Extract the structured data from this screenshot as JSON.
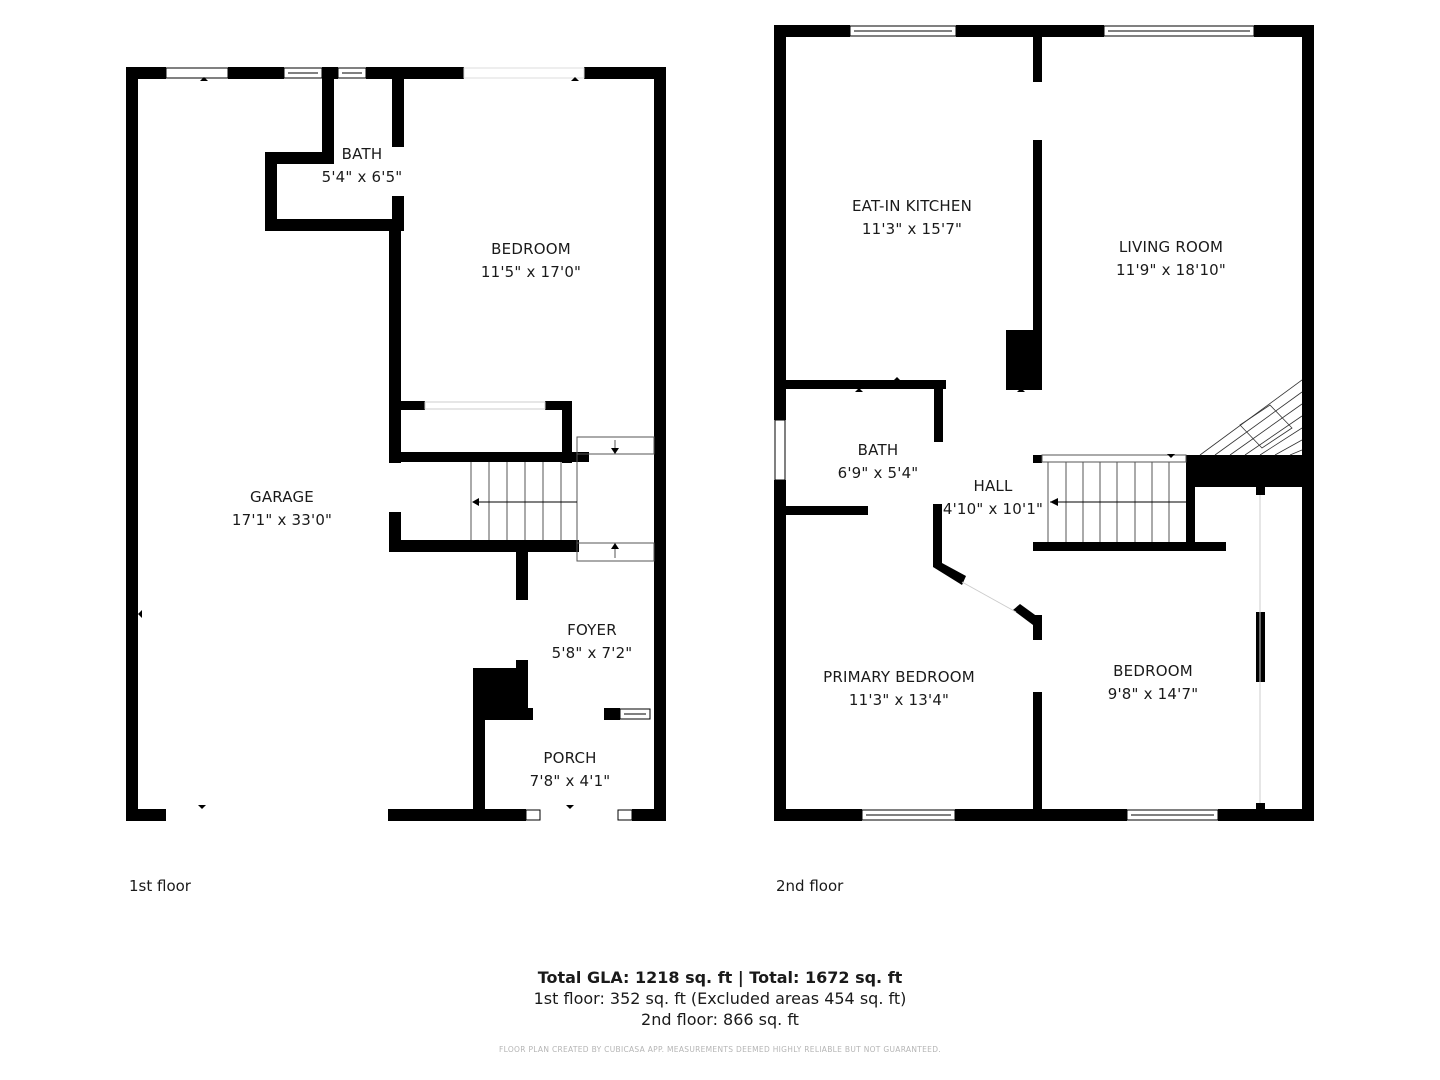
{
  "floors": [
    {
      "label": "1st floor",
      "rooms": [
        {
          "name": "BATH",
          "dimensions": "5'4\" x 6'5\""
        },
        {
          "name": "BEDROOM",
          "dimensions": "11'5\" x 17'0\""
        },
        {
          "name": "GARAGE",
          "dimensions": "17'1\" x 33'0\""
        },
        {
          "name": "FOYER",
          "dimensions": "5'8\" x 7'2\""
        },
        {
          "name": "PORCH",
          "dimensions": "7'8\" x 4'1\""
        }
      ]
    },
    {
      "label": "2nd floor",
      "rooms": [
        {
          "name": "EAT-IN KITCHEN",
          "dimensions": "11'3\" x 15'7\""
        },
        {
          "name": "LIVING ROOM",
          "dimensions": "11'9\" x 18'10\""
        },
        {
          "name": "BATH",
          "dimensions": "6'9\" x 5'4\""
        },
        {
          "name": "HALL",
          "dimensions": "4'10\" x 10'1\""
        },
        {
          "name": "PRIMARY BEDROOM",
          "dimensions": "11'3\" x 13'4\""
        },
        {
          "name": "BEDROOM",
          "dimensions": "9'8\" x 14'7\""
        }
      ]
    }
  ],
  "summary": {
    "total_line": "Total GLA: 1218 sq. ft | Total: 1672 sq. ft",
    "first_floor_line": "1st floor: 352 sq. ft (Excluded areas 454 sq. ft)",
    "second_floor_line": "2nd floor: 866 sq. ft"
  },
  "disclaimer": "FLOOR PLAN CREATED BY CUBICASA APP. MEASUREMENTS DEEMED HIGHLY RELIABLE BUT NOT GUARANTEED.",
  "colors": {
    "wall": "#000000",
    "background": "#ffffff",
    "text": "#1a1a1a",
    "disclaimer": "#b5b5b5"
  }
}
